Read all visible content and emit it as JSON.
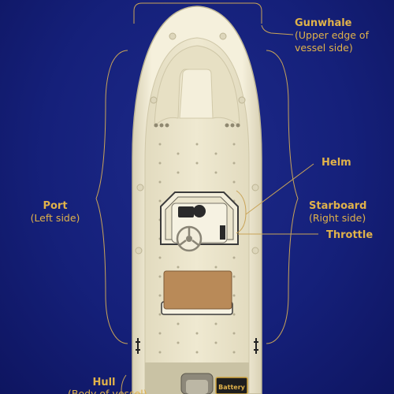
{
  "colors": {
    "background": "#15207a",
    "label": "#e0b24a",
    "callout_line": "#c9a458",
    "hull": "#f2ecd6",
    "deck": "#ebe4ca",
    "seat": "#b98a58"
  },
  "labels": {
    "gunwhale": {
      "title": "Gunwhale",
      "line1": "(Upper edge of",
      "line2": "vessel side)"
    },
    "helm": {
      "title": "Helm"
    },
    "port": {
      "title": "Port",
      "sub": "(Left side)"
    },
    "starboard": {
      "title": "Starboard",
      "sub": "(Right side)"
    },
    "throttle": {
      "title": "Throttle"
    },
    "hull": {
      "title": "Hull",
      "sub": "(Body of vessel)"
    },
    "battery": "Battery"
  }
}
